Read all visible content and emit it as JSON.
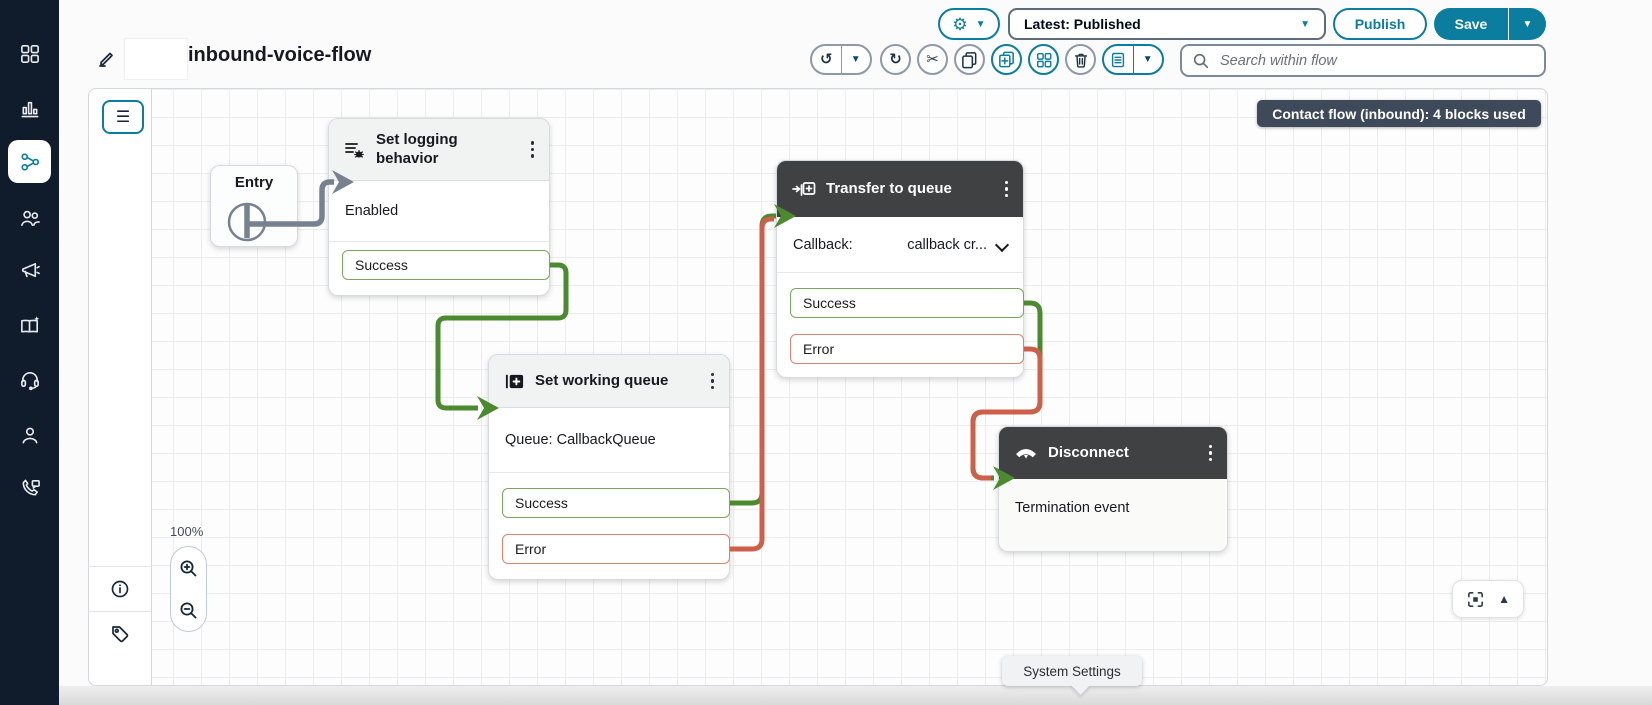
{
  "icons": {
    "caret_down": "▼",
    "triangle_up": "▲",
    "gear": "⚙",
    "hamburger": "☰",
    "undo": "↺",
    "redo": "↻",
    "scissors": "✂"
  },
  "sidebar": {
    "items": [
      "app-grid",
      "analytics",
      "flows",
      "users",
      "campaigns",
      "guides",
      "agent-support",
      "profiles",
      "calls"
    ],
    "active_item": "flows"
  },
  "header": {
    "title": "inbound-voice-flow"
  },
  "version_bar": {
    "selected_version": "Latest: Published",
    "publish": "Publish",
    "save": "Save"
  },
  "toolbar": {
    "search_placeholder": "Search within flow"
  },
  "canvas": {
    "badge": "Contact flow (inbound): 4 blocks used",
    "zoom_level": "100%",
    "tooltip": "System Settings"
  },
  "blocks": {
    "entry": {
      "title": "Entry"
    },
    "logging": {
      "title": "Set logging behavior",
      "value": "Enabled",
      "ports": {
        "success": "Success"
      }
    },
    "working_queue": {
      "title": "Set working queue",
      "value": "Queue: CallbackQueue",
      "ports": {
        "success": "Success",
        "error": "Error"
      }
    },
    "transfer": {
      "title": "Transfer to queue",
      "param_label": "Callback:",
      "param_value": "callback cr...",
      "ports": {
        "success": "Success",
        "error": "Error"
      }
    },
    "disconnect": {
      "title": "Disconnect",
      "value": "Termination event"
    }
  },
  "colors": {
    "accent": "#0B7D9E",
    "success_line": "#4C8A2F",
    "error_line": "#CE6049",
    "dark_header": "#3F4143",
    "sidebar_bg": "#101B2C",
    "badge_bg": "#3E4A59"
  }
}
